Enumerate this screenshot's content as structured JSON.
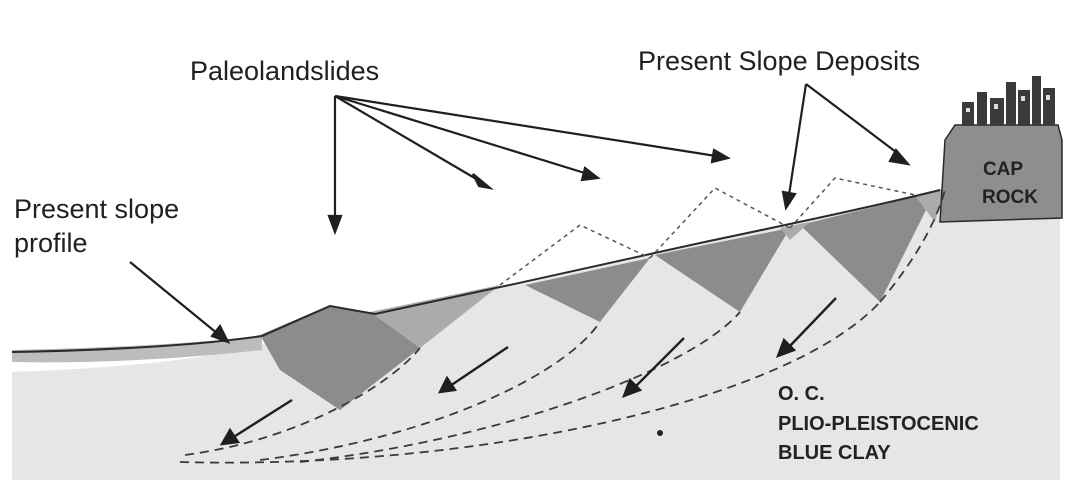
{
  "labels": {
    "paleolandslides": "Paleolandslides",
    "present_slope_deposits": "Present Slope Deposits",
    "present_slope_profile_line1": "Present slope",
    "present_slope_profile_line2": "profile",
    "cap_rock_line1": "CAP",
    "cap_rock_line2": "ROCK",
    "clay_line1": "O. C.",
    "clay_line2": "PLIO-PLEISTOCENIC",
    "clay_line3": "BLUE CLAY"
  },
  "colors": {
    "background": "#ffffff",
    "clay": "#e6e6e6",
    "landslide_body": "#8a8a8a",
    "slope_deposit": "#a9a9a9",
    "cap_rock": "#8e8e8e",
    "lines": "#2a2a2a"
  }
}
